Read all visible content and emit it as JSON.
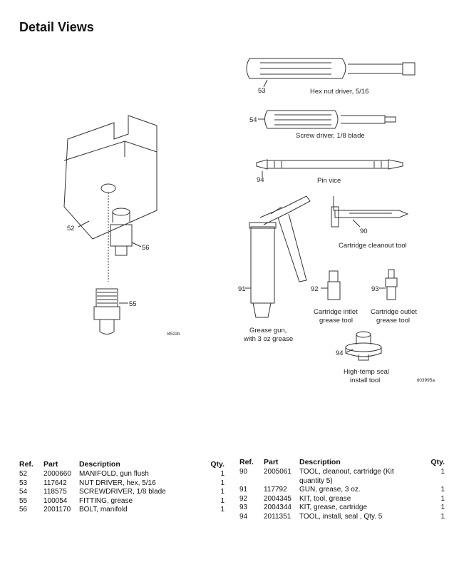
{
  "page_title": "Detail Views",
  "figure": {
    "ref_id": "ti03995a",
    "small_id": "t4522b",
    "parts": [
      {
        "ref": "53",
        "label": "Hex nut driver, 5/16"
      },
      {
        "ref": "54",
        "label": "Screw driver, 1/8 blade"
      },
      {
        "ref": "94",
        "label": "Pin vice"
      },
      {
        "ref": "90",
        "label": "Cartridge cleanout tool"
      },
      {
        "ref": "91",
        "label_line1": "Grease gun,",
        "label_line2": "with 3 oz grease"
      },
      {
        "ref": "92",
        "label_line1": "Cartridge intlet",
        "label_line2": "grease tool"
      },
      {
        "ref": "93",
        "label_line1": "Cartridge outlet",
        "label_line2": "grease tool"
      },
      {
        "ref": "94",
        "label_line1": "High-temp seal",
        "label_line2": "install tool"
      },
      {
        "ref": "52"
      },
      {
        "ref": "56"
      },
      {
        "ref": "55"
      }
    ]
  },
  "table_headers": {
    "ref": "Ref.",
    "part": "Part",
    "description": "Description",
    "qty": "Qty."
  },
  "left_table": [
    {
      "ref": "52",
      "part": "2000660",
      "desc": "MANIFOLD, gun flush",
      "qty": "1"
    },
    {
      "ref": "53",
      "part": "117642",
      "desc": "NUT DRIVER, hex, 5/16",
      "qty": "1"
    },
    {
      "ref": "54",
      "part": "118575",
      "desc": "SCREWDRIVER, 1/8 blade",
      "qty": "1"
    },
    {
      "ref": "55",
      "part": "100054",
      "desc": "FITTING, grease",
      "qty": "1"
    },
    {
      "ref": "56",
      "part": "2001170",
      "desc": "BOLT, manifold",
      "qty": "1"
    }
  ],
  "right_table": [
    {
      "ref": "90",
      "part": "2005061",
      "desc": "TOOL, cleanout, cartridge (Kit",
      "desc2": "quantity 5)",
      "qty": "1"
    },
    {
      "ref": "91",
      "part": "117792",
      "desc": "GUN, grease, 3 oz.",
      "qty": "1"
    },
    {
      "ref": "92",
      "part": "2004345",
      "desc": "KIT, tool, grease",
      "qty": "1"
    },
    {
      "ref": "93",
      "part": "2004344",
      "desc": "KIT, grease, cartridge",
      "qty": "1"
    },
    {
      "ref": "94",
      "part": "2011351",
      "desc": "TOOL, install, seal , Qty. 5",
      "qty": "1"
    }
  ]
}
